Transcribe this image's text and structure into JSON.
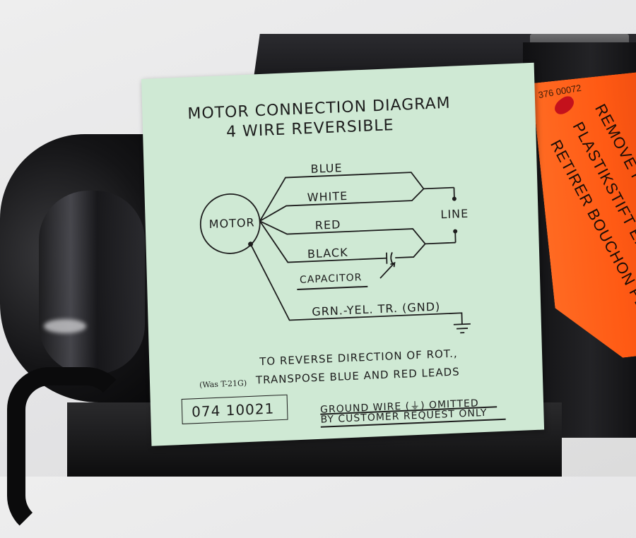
{
  "label": {
    "title_line1": "MOTOR CONNECTION DIAGRAM",
    "title_line2": "4 WIRE REVERSIBLE",
    "motor": "MOTOR",
    "wires": {
      "blue": "BLUE",
      "white": "WHITE",
      "red": "RED",
      "black": "BLACK",
      "capacitor": "CAPACITOR",
      "ground": "GRN.-YEL. TR. (GND)",
      "line": "LINE"
    },
    "note_line1": "TO REVERSE DIRECTION OF ROT.,",
    "note_line2": "TRANSPOSE  BLUE  AND  RED  LEADS",
    "was_note": "(Was T-21G)",
    "part_number": "074  10021",
    "ground_note_line1": "GROUND WIRE (⏚) OMITTED",
    "ground_note_line2": "BY CUSTOMER REQUEST ONLY"
  },
  "tag": {
    "code": "376 00072",
    "line1": "REMOVE P",
    "line2": "PLASTIKSTIFT ENTFE",
    "line3": "RETIRER BOUCHON PLASTIQUE"
  },
  "colors": {
    "label_paper": "#cfe9d4",
    "ink": "#1d1d1d",
    "tag_orange": "#ff5a14",
    "tag_plug": "#c4111c",
    "motor_body": "#141416"
  }
}
